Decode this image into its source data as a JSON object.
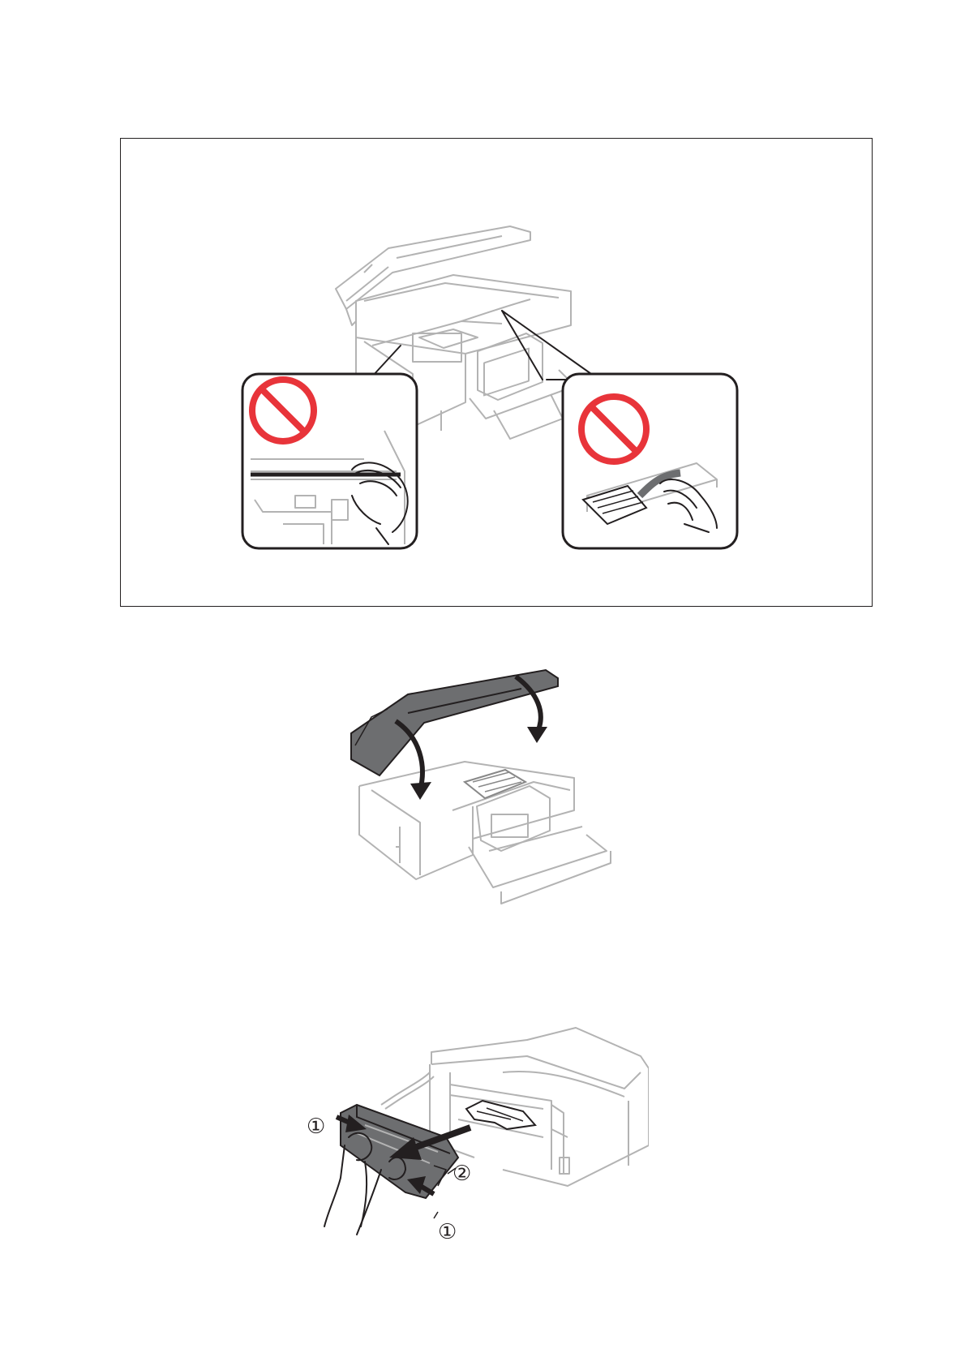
{
  "figures": [
    {
      "id": "fig1",
      "callout_left": {
        "prohibited": true,
        "icon": "prohibited-icon"
      },
      "callout_right": {
        "prohibited": true,
        "icon": "prohibited-icon"
      },
      "colors": {
        "prohibit": "#e8343a",
        "frame": "#231f20",
        "printer_line": "#b3b3b3"
      }
    },
    {
      "id": "fig2",
      "colors": {
        "lid_fill": "#6d6e70",
        "arrow": "#231f20"
      }
    },
    {
      "id": "fig3",
      "labels": {
        "step1_left": "①",
        "step2": "②",
        "step1_right": "①"
      },
      "colors": {
        "unit_fill": "#6d6e70"
      }
    }
  ]
}
